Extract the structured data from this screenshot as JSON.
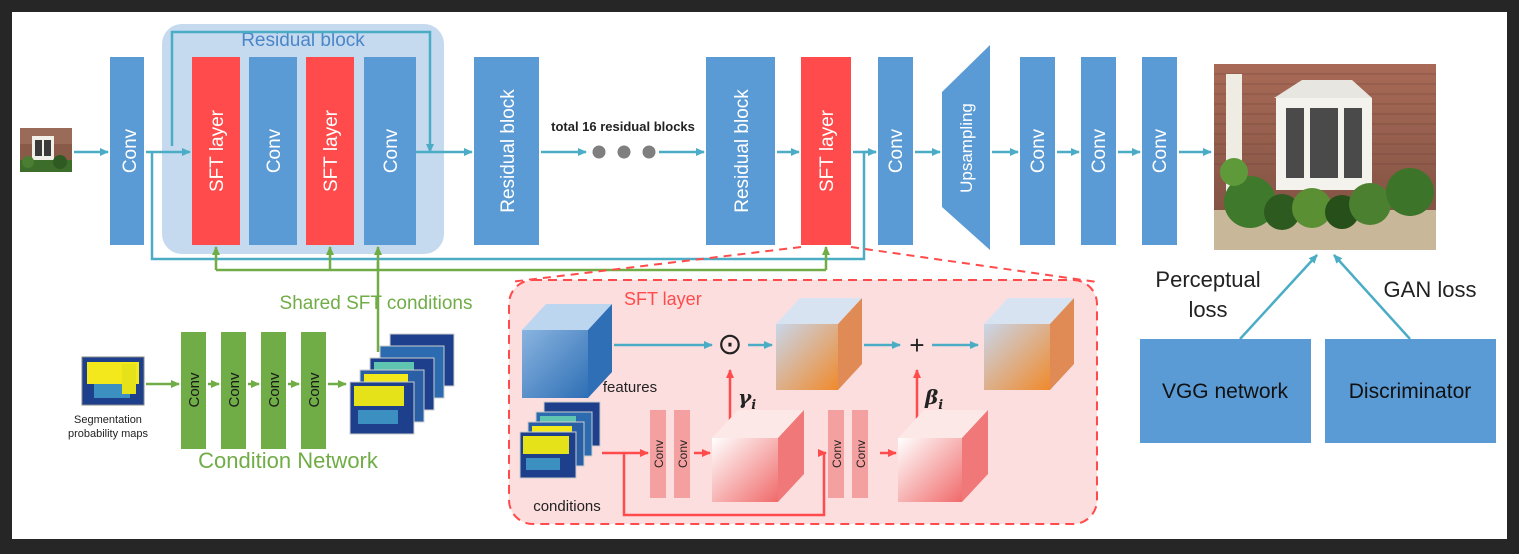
{
  "residual_block": {
    "title": "Residual block",
    "layers": [
      "SFT layer",
      "Conv",
      "SFT layer",
      "Conv"
    ]
  },
  "main": {
    "conv_first": "Conv",
    "residual_block_a": "Residual block",
    "total_note": "total 16 residual blocks",
    "residual_block_b": "Residual block",
    "sft_layer": "SFT layer",
    "conv_after_sft": "Conv",
    "upsampling": "Upsampling",
    "conv_tail": [
      "Conv",
      "Conv",
      "Conv"
    ]
  },
  "condition": {
    "shared_label": "Shared SFT conditions",
    "network_label": "Condition Network",
    "seg_label_line1": "Segmentation",
    "seg_label_line2": "probability maps",
    "convs": [
      "Conv",
      "Conv",
      "Conv",
      "Conv"
    ]
  },
  "sft_detail": {
    "title": "SFT layer",
    "features_label": "features",
    "conditions_label": "conditions",
    "gamma": "γ",
    "gamma_sub": "i",
    "beta": "β",
    "beta_sub": "i",
    "convs_gamma": [
      "Conv",
      "Conv"
    ],
    "convs_beta": [
      "Conv",
      "Conv"
    ],
    "op_mul": "⊙",
    "op_add": "+"
  },
  "losses": {
    "perceptual_line1": "Perceptual",
    "perceptual_line2": "loss",
    "gan": "GAN loss",
    "vgg": "VGG network",
    "discriminator": "Discriminator"
  },
  "colors": {
    "conv": "#5b9bd5",
    "sft": "#ff4b4b",
    "green": "#70ad47",
    "arrow": "#4bacc6",
    "red_arrow": "#ff4b4b",
    "residual_bg": "#c5d9ef"
  }
}
